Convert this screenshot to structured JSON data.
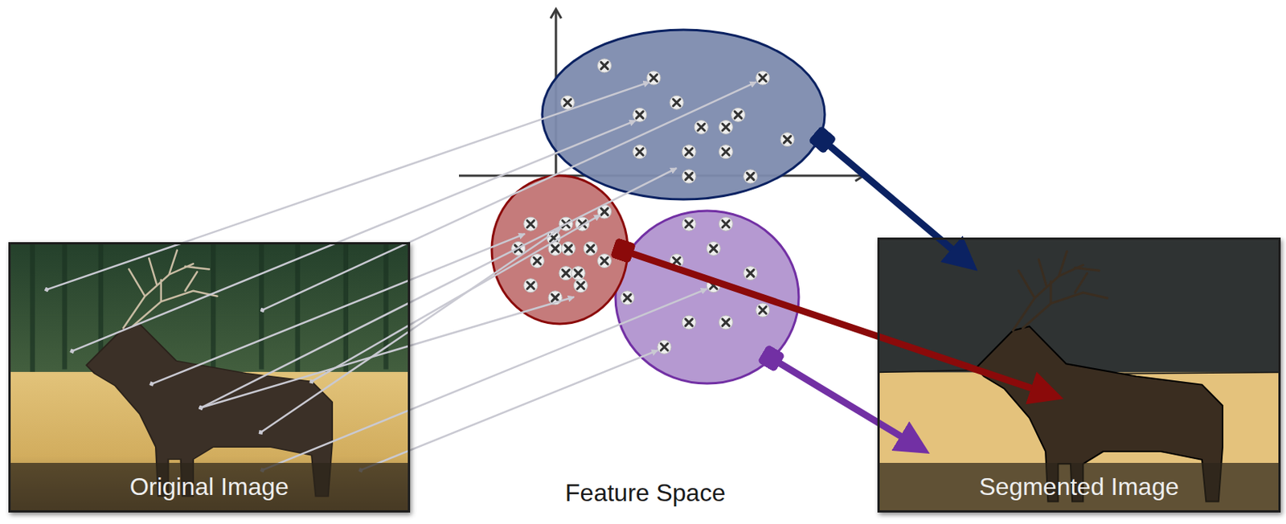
{
  "diagram": {
    "nodes": [
      {
        "text": [
          "Original Image"
        ]
      },
      {
        "text": [
          "Segmented Image"
        ]
      }
    ],
    "labels": [
      "Feature Space"
    ]
  }
}
